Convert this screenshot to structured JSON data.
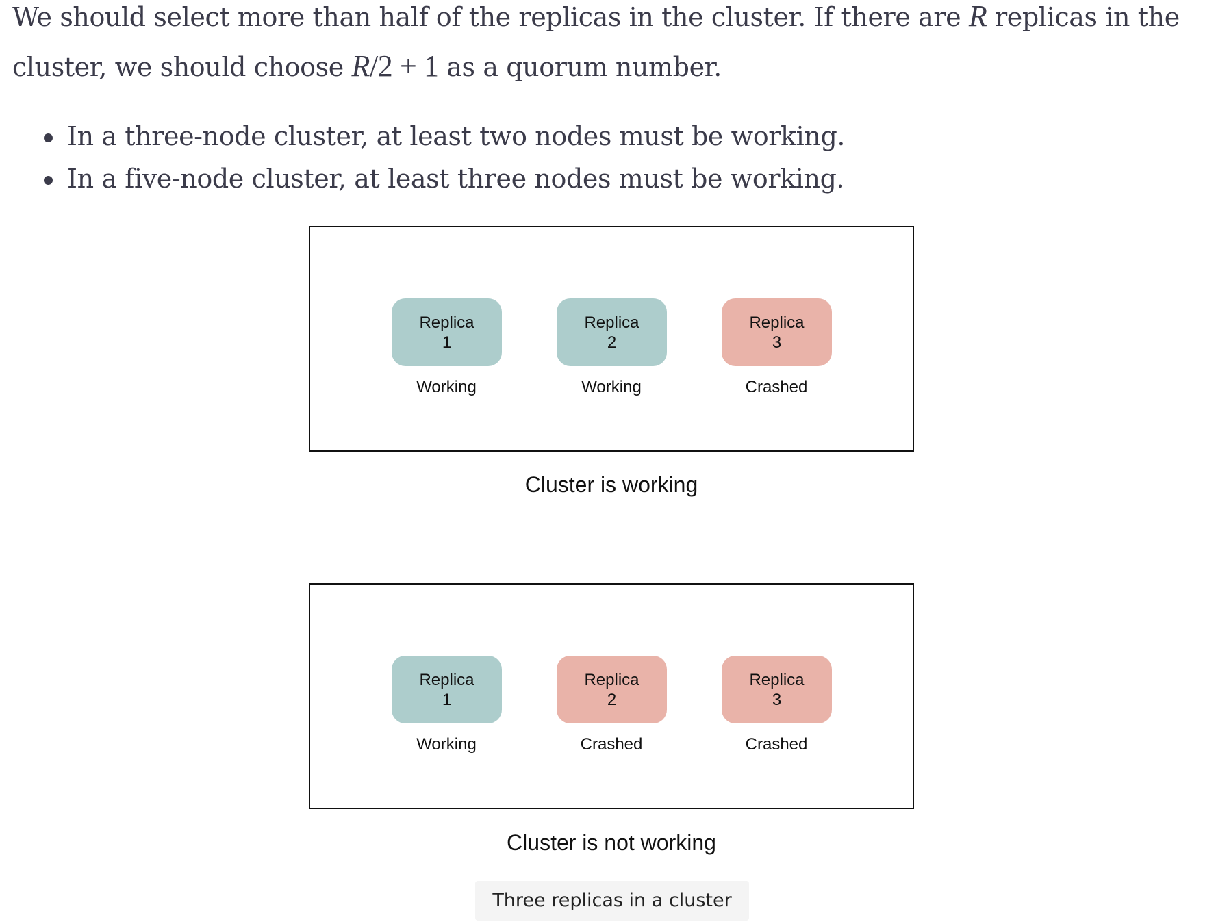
{
  "intro": {
    "part1": "We should select more than half of the replicas in the cluster. If there are ",
    "var_r": "R",
    "part2": " replicas in the cluster, we should choose ",
    "formula_var": "R",
    "formula_rest": "/2 + 1",
    "part3": " as a quorum number."
  },
  "bullets": [
    "In a three-node cluster, at least two nodes must be working.",
    "In a five-node cluster, at least three nodes must be working."
  ],
  "clusters": [
    {
      "caption": "Cluster is working",
      "replicas": [
        {
          "name": "Replica",
          "number": "1",
          "status": "Working",
          "state_color": "#adcdcc"
        },
        {
          "name": "Replica",
          "number": "2",
          "status": "Working",
          "state_color": "#adcdcc"
        },
        {
          "name": "Replica",
          "number": "3",
          "status": "Crashed",
          "state_color": "#e9b3a9"
        }
      ]
    },
    {
      "caption": "Cluster is not working",
      "replicas": [
        {
          "name": "Replica",
          "number": "1",
          "status": "Working",
          "state_color": "#adcdcc"
        },
        {
          "name": "Replica",
          "number": "2",
          "status": "Crashed",
          "state_color": "#e9b3a9"
        },
        {
          "name": "Replica",
          "number": "3",
          "status": "Crashed",
          "state_color": "#e9b3a9"
        }
      ]
    }
  ],
  "figure_caption": "Three replicas in a cluster"
}
